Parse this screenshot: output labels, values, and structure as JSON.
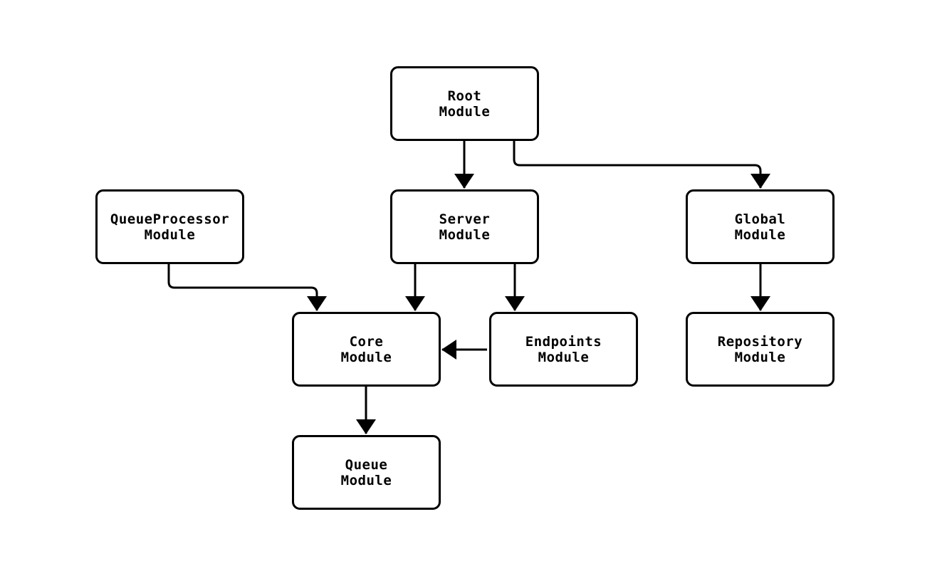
{
  "diagram": {
    "type": "module-dependency-graph",
    "background_color": "#ffffff",
    "stroke_color": "#000000",
    "nodes": [
      {
        "id": "root",
        "line1": "Root",
        "line2": "Module"
      },
      {
        "id": "queueprocessor",
        "line1": "QueueProcessor",
        "line2": "Module"
      },
      {
        "id": "server",
        "line1": "Server",
        "line2": "Module"
      },
      {
        "id": "global",
        "line1": "Global",
        "line2": "Module"
      },
      {
        "id": "core",
        "line1": "Core",
        "line2": "Module"
      },
      {
        "id": "endpoints",
        "line1": "Endpoints",
        "line2": "Module"
      },
      {
        "id": "repository",
        "line1": "Repository",
        "line2": "Module"
      },
      {
        "id": "queue",
        "line1": "Queue",
        "line2": "Module"
      }
    ],
    "edges": [
      {
        "from": "root",
        "to": "server"
      },
      {
        "from": "root",
        "to": "global"
      },
      {
        "from": "queueprocessor",
        "to": "core"
      },
      {
        "from": "server",
        "to": "core"
      },
      {
        "from": "server",
        "to": "endpoints"
      },
      {
        "from": "endpoints",
        "to": "core"
      },
      {
        "from": "global",
        "to": "repository"
      },
      {
        "from": "core",
        "to": "queue"
      }
    ]
  }
}
